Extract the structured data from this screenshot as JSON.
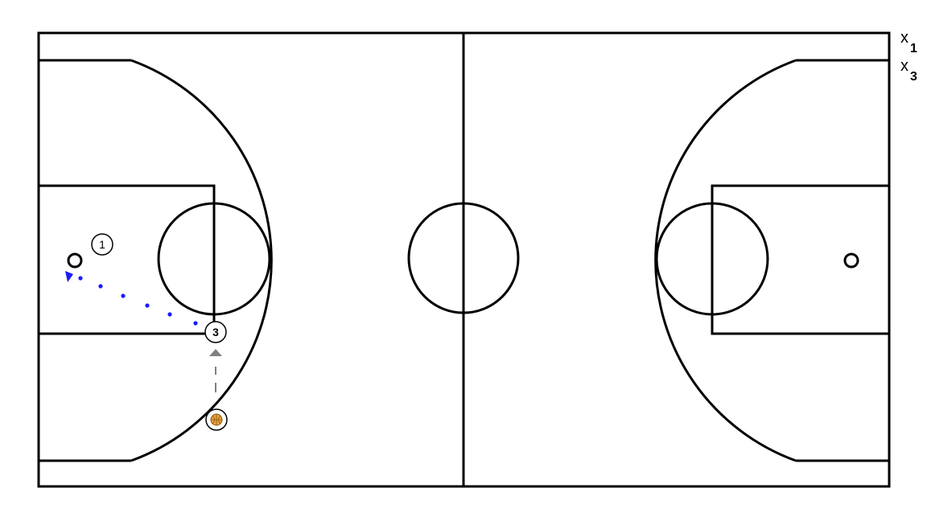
{
  "players": {
    "p1": {
      "number": "1"
    },
    "p3": {
      "number": "3"
    }
  },
  "legend": {
    "defender_1": {
      "mark": "x",
      "number": "1"
    },
    "defender_3": {
      "mark": "x",
      "number": "3"
    }
  },
  "colors": {
    "court_lines": "#000000",
    "pass_line": "#1a1aff",
    "movement_line": "#808080",
    "ball": "#e8a23a"
  },
  "icons": {
    "ball": "basketball-icon",
    "basket": "hoop-icon"
  }
}
